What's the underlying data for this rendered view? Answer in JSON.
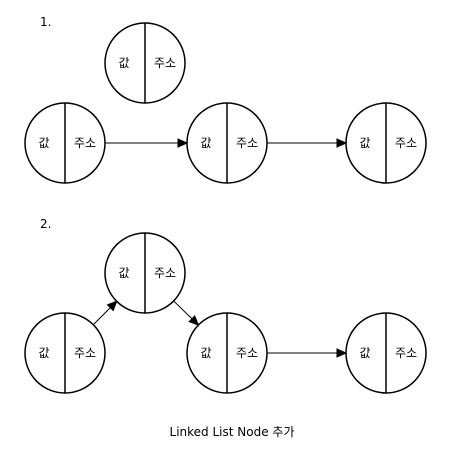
{
  "colors": {
    "stroke": "#000000",
    "fill": "#ffffff",
    "text": "#000000"
  },
  "diagram": {
    "steps": [
      {
        "label": "1.",
        "nodes": [
          {
            "id": "s1-new",
            "value_label": "값",
            "address_label": "주소"
          },
          {
            "id": "s1-a",
            "value_label": "값",
            "address_label": "주소"
          },
          {
            "id": "s1-b",
            "value_label": "값",
            "address_label": "주소"
          },
          {
            "id": "s1-c",
            "value_label": "값",
            "address_label": "주소"
          }
        ],
        "edges": [
          {
            "from": "s1-a",
            "to": "s1-b"
          },
          {
            "from": "s1-b",
            "to": "s1-c"
          }
        ]
      },
      {
        "label": "2.",
        "nodes": [
          {
            "id": "s2-new",
            "value_label": "값",
            "address_label": "주소"
          },
          {
            "id": "s2-a",
            "value_label": "값",
            "address_label": "주소"
          },
          {
            "id": "s2-b",
            "value_label": "값",
            "address_label": "주소"
          },
          {
            "id": "s2-c",
            "value_label": "값",
            "address_label": "주소"
          }
        ],
        "edges": [
          {
            "from": "s2-a",
            "to": "s2-new"
          },
          {
            "from": "s2-new",
            "to": "s2-b"
          },
          {
            "from": "s2-b",
            "to": "s2-c"
          }
        ]
      }
    ],
    "caption": "Linked List Node 추가"
  }
}
